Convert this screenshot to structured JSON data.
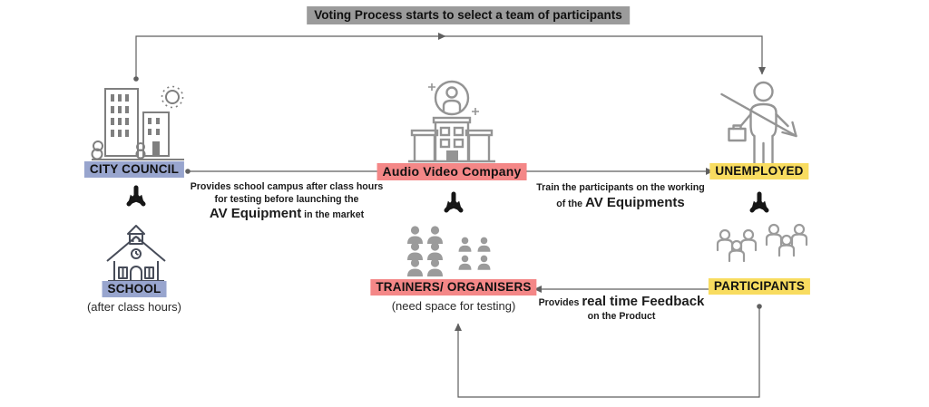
{
  "title": "Voting Process starts to select a team of participants",
  "colors": {
    "title_bg": "#9B9B9B",
    "blue_highlight": "#98A5CE",
    "red_highlight": "#F48787",
    "yellow_highlight": "#F8DC60",
    "line": "#5F5F5F",
    "icon_gray": "#949494",
    "school_icon": "#474C59",
    "branch_arrow": "#161616"
  },
  "nodes": {
    "city_council": {
      "label": "CITY COUNCIL"
    },
    "school": {
      "label": "SCHOOL",
      "sub": "(after class hours)"
    },
    "av_company": {
      "label": "Audio Video Company"
    },
    "trainers": {
      "label": "TRAINERS/ ORGANISERS",
      "sub": "(need space for testing)"
    },
    "unemployed": {
      "label": "UNEMPLOYED"
    },
    "participants": {
      "label": "PARTICIPANTS"
    }
  },
  "captions": {
    "council_to_company": {
      "line1": "Provides school campus after class hours",
      "line2": "for testing before launching the",
      "big": "AV Equipment",
      "rest": " in the market"
    },
    "company_to_unemployed": {
      "line1": "Train the participants on the working",
      "pre": "of the ",
      "big": "AV Equipments"
    },
    "participants_to_trainers": {
      "pre": "Provides ",
      "big": "real time Feedback",
      "line2": "on the Product"
    }
  },
  "icons": {
    "city_council": "city-buildings-icon",
    "school": "schoolhouse-icon",
    "av_company": "company-building-person-icon",
    "unemployed": "person-decline-arrow-icon",
    "trainers": "people-group-filled-icon",
    "participants": "people-group-outline-icon",
    "branch": "split-arrow-icon"
  }
}
